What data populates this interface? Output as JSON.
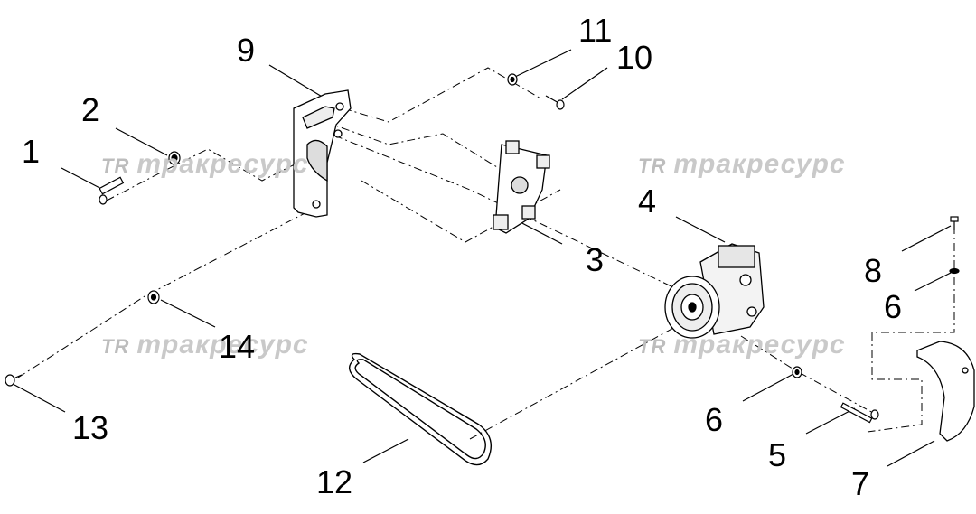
{
  "callouts": {
    "c1": "1",
    "c2": "2",
    "c3": "3",
    "c4": "4",
    "c5": "5",
    "c6a": "6",
    "c6b": "6",
    "c7": "7",
    "c8": "8",
    "c9": "9",
    "c10": "10",
    "c11": "11",
    "c12": "12",
    "c13": "13",
    "c14": "14"
  },
  "watermark": {
    "text": "тракресурс",
    "logo": "TR"
  },
  "colors": {
    "line": "#000000",
    "watermark": "#c9c9c9"
  }
}
